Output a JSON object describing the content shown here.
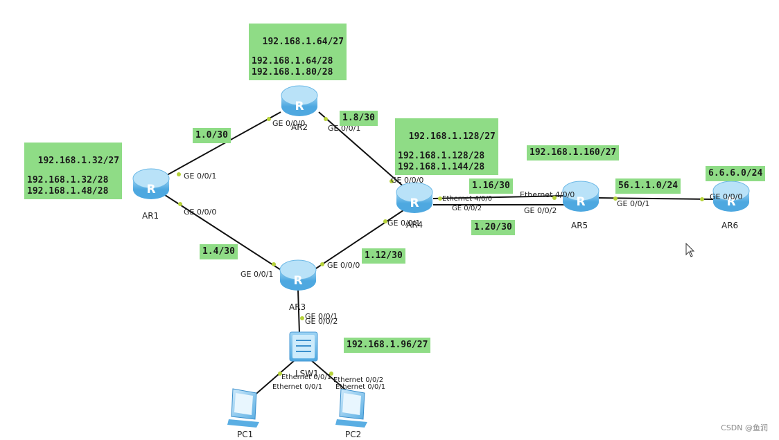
{
  "devices": {
    "ar1": "AR1",
    "ar2": "AR2",
    "ar3": "AR3",
    "ar4": "AR4",
    "ar5": "AR5",
    "ar6": "AR6",
    "lsw1": "LSW1",
    "pc1": "PC1",
    "pc2": "PC2",
    "router_glyph": "R"
  },
  "subnets": {
    "ar2_lan": [
      "192.168.1.64/27",
      "192.168.1.64/28",
      "192.168.1.80/28"
    ],
    "ar1_lan": [
      "192.168.1.32/27",
      "192.168.1.32/28",
      "192.168.1.48/28"
    ],
    "ar4_lan": [
      "192.168.1.128/27",
      "192.168.1.128/28",
      "192.168.1.144/28"
    ],
    "ar5_lan": "192.168.1.160/27",
    "ar6_lan": "6.6.6.0/24",
    "lsw_lan": "192.168.1.96/27",
    "link_ar1_ar2": "1.0/30",
    "link_ar2_ar4": "1.8/30",
    "link_ar1_ar3": "1.4/30",
    "link_ar3_ar4": "1.12/30",
    "link_ar4_ar5_a": "1.16/30",
    "link_ar4_ar5_b": "1.20/30",
    "link_ar5_ar6": "56.1.1.0/24"
  },
  "ports": {
    "ar2_to_ar1": "GE 0/0/0",
    "ar2_to_ar4": "GE 0/0/1",
    "ar1_to_ar2": "GE 0/0/1",
    "ar1_to_ar3": "GE 0/0/0",
    "ar4_to_ar2": "GE 0/0/0",
    "ar4_eth": "Ethernet 4/0/0",
    "ar4_ge2": "GE 0/0/2",
    "ar4_to_ar3": "GE 0/0/1",
    "ar5_eth": "Ethernet 4/0/0",
    "ar5_ge2": "GE 0/0/2",
    "ar5_to_ar6": "GE 0/0/1",
    "ar6_to_ar5": "GE 0/0/0",
    "ar3_to_ar1": "GE 0/0/1",
    "ar3_to_ar4": "GE 0/0/0",
    "ar3_down_a": "GE 0/0/1",
    "ar3_down_b": "GE 0/0/2",
    "lsw_pc1_a": "Ethernet 0/0/1",
    "lsw_pc1_b": "Ethernet 0/0/1",
    "lsw_pc2_a": "Ethernet 0/0/2",
    "lsw_pc2_b": "Ethernet 0/0/1"
  },
  "watermark": "CSDN @鱼润",
  "colors": {
    "label_bg": "#8fdc86",
    "router_body": "#7fc4ee",
    "router_top": "#b9e2f8",
    "link": "#111111",
    "port_dot": "#b6d23a"
  }
}
